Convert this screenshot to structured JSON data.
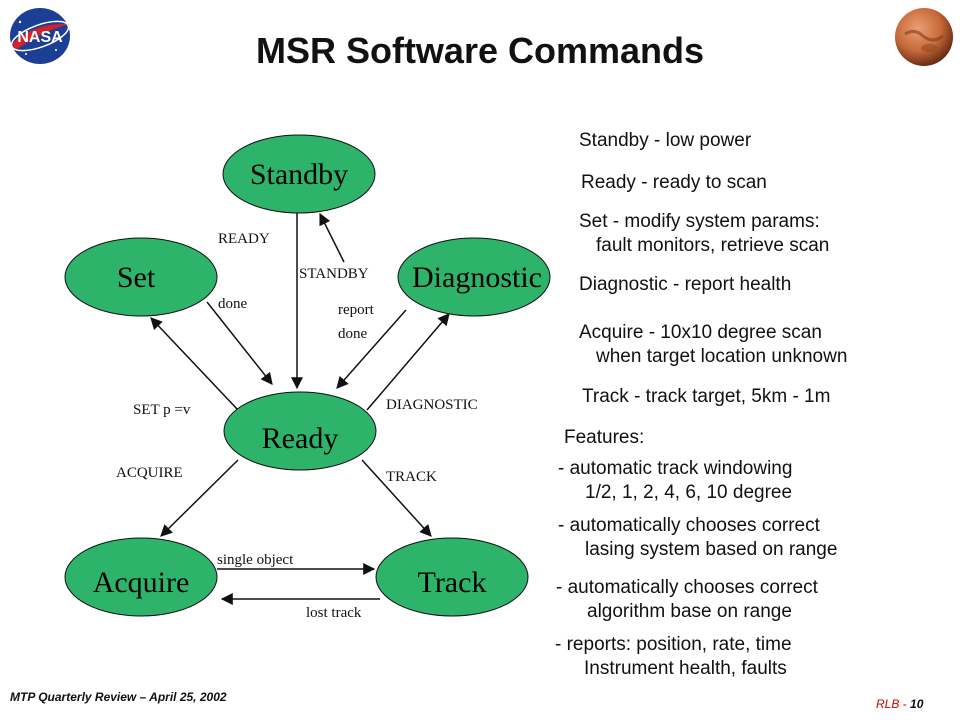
{
  "title": "MSR Software Commands",
  "nodes": {
    "standby": "Standby",
    "set": "Set",
    "diagnostic": "Diagnostic",
    "ready": "Ready",
    "acquire": "Acquire",
    "track": "Track"
  },
  "edges": {
    "ready": "READY",
    "standby": "STANDBY",
    "done": "done",
    "report_done_1": "report",
    "report_done_2": "done",
    "set_p_v": "SET p =v",
    "diagnostic": "DIAGNOSTIC",
    "acquire": "ACQUIRE",
    "track": "TRACK",
    "single_object": "single object",
    "lost_track": "lost track"
  },
  "descriptions": [
    {
      "line1": "Standby - low power"
    },
    {
      "line1": "Ready - ready to scan"
    },
    {
      "line1": "Set - modify system params:",
      "line2": "fault monitors, retrieve scan"
    },
    {
      "line1": "Diagnostic - report health"
    },
    {
      "line1": "Acquire - 10x10 degree scan",
      "line2": "when target location unknown"
    },
    {
      "line1": "Track - track target, 5km - 1m"
    }
  ],
  "features": {
    "heading": "Features:",
    "items": [
      {
        "line1": "- automatic track windowing",
        "line2": "1/2, 1, 2, 4, 6, 10 degree"
      },
      {
        "line1": "- automatically chooses correct",
        "line2": "lasing system based on range"
      },
      {
        "line1": "- automatically chooses correct",
        "line2": "algorithm base on range"
      },
      {
        "line1": "- reports: position, rate, time",
        "line2": "Instrument health, faults"
      }
    ]
  },
  "footer": {
    "left": "MTP Quarterly Review – April 25, 2002",
    "right_prefix": "RLB - ",
    "page": "10"
  },
  "logos": {
    "nasa_text": "NASA"
  },
  "colors": {
    "node_fill": "#2db36a",
    "node_stroke": "#111111",
    "nasa_blue": "#1b3f95",
    "nasa_red": "#d42027",
    "mars": "#c8693a"
  }
}
